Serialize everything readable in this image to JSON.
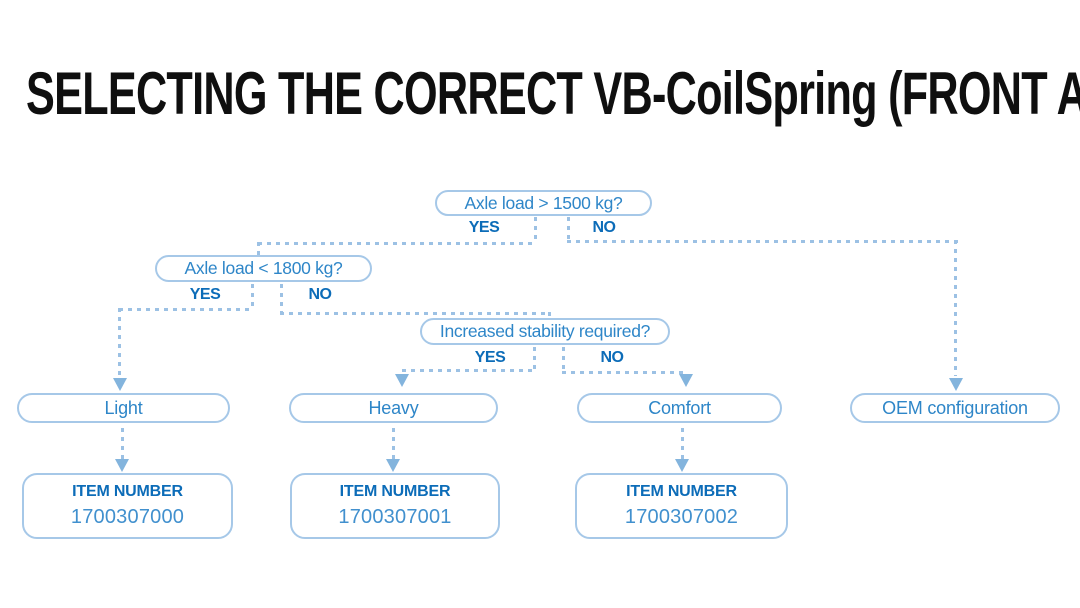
{
  "title": "SELECTING THE CORRECT VB-CoilSpring (FRONT AXLE)",
  "colors": {
    "box_border": "#a6c8e8",
    "connector_dash": "#9cc1e4",
    "question_text": "#2e86c8",
    "yes_no_text": "#0c6cb8",
    "item_number_text": "#4190ce",
    "arrow": "#83b4dd",
    "title_text": "#0f0f0f"
  },
  "flow": {
    "yes_label": "YES",
    "no_label": "NO",
    "decisions": [
      {
        "question": "Axle load > 1500 kg?"
      },
      {
        "question": "Axle load < 1800 kg?"
      },
      {
        "question": "Increased stability required?"
      }
    ],
    "results": [
      {
        "label": "Light"
      },
      {
        "label": "Heavy"
      },
      {
        "label": "Comfort"
      },
      {
        "label": "OEM configuration"
      }
    ],
    "items": [
      {
        "label": "ITEM NUMBER",
        "number": "1700307000"
      },
      {
        "label": "ITEM NUMBER",
        "number": "1700307001"
      },
      {
        "label": "ITEM NUMBER",
        "number": "1700307002"
      }
    ]
  }
}
